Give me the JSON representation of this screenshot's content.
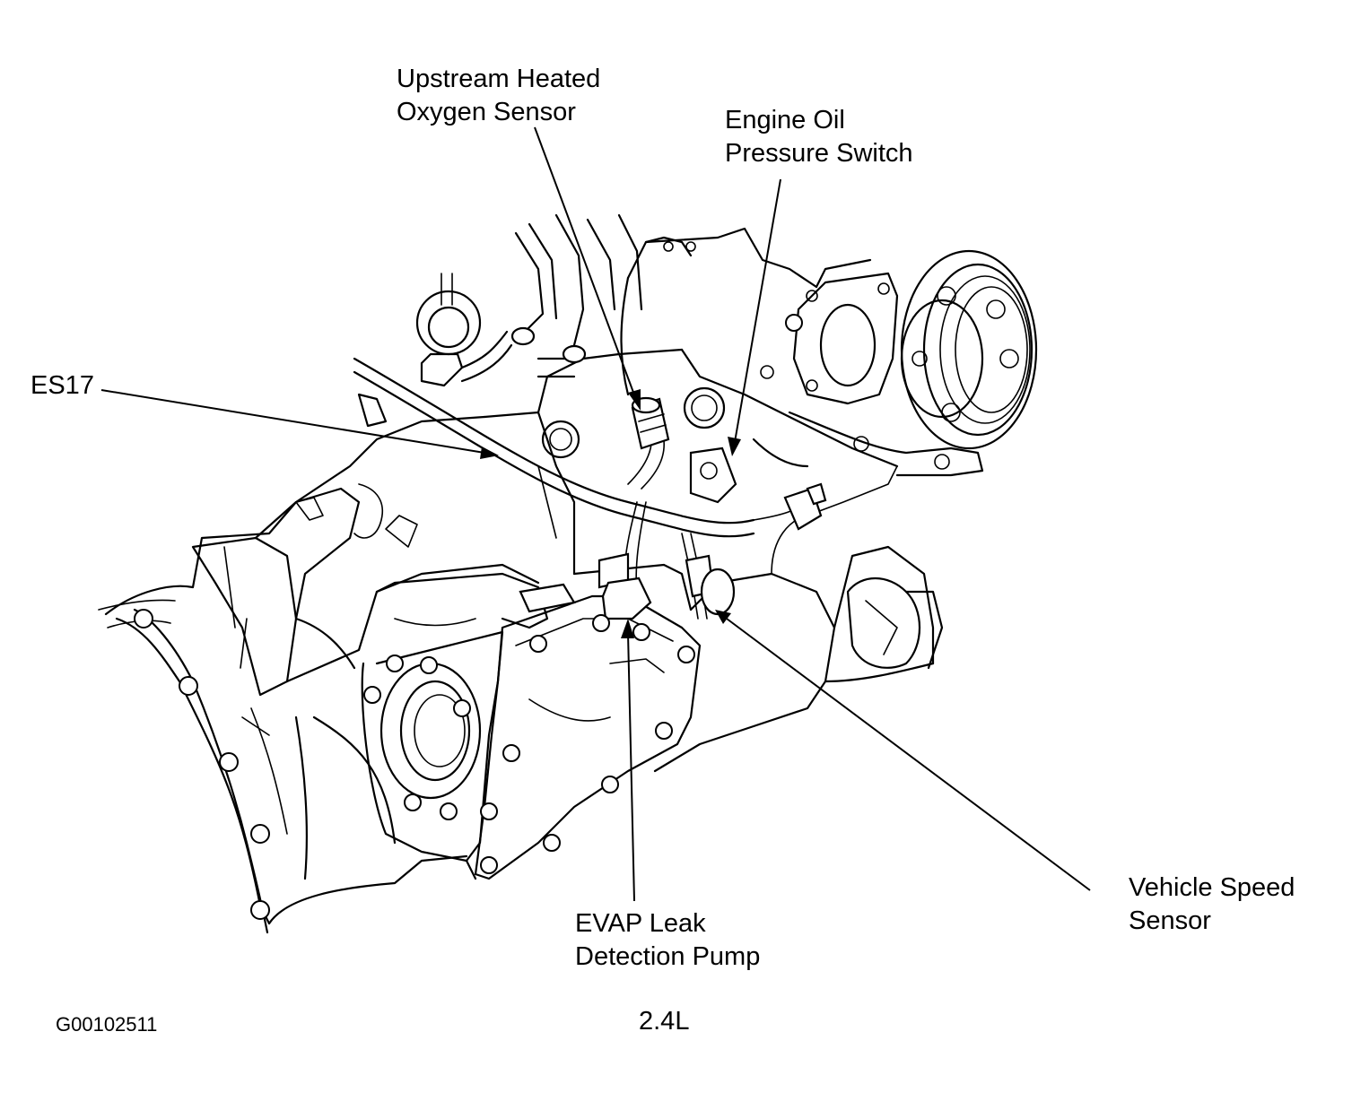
{
  "labels": {
    "upstream_o2": [
      "Upstream Heated",
      "Oxygen Sensor"
    ],
    "oil_pressure": [
      "Engine Oil",
      "Pressure Switch"
    ],
    "es17": [
      "ES17"
    ],
    "vss": [
      "Vehicle Speed",
      "Sensor"
    ],
    "evap": [
      "EVAP Leak",
      "Detection Pump"
    ]
  },
  "figure_id": "G00102511",
  "caption": "2.4L"
}
